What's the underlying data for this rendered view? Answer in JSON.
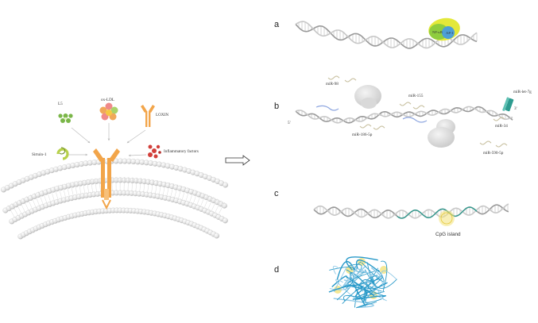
{
  "left": {
    "ligands": {
      "l5": "L5",
      "ox_ldl": "ox-LDL",
      "loxin": "LOXIN",
      "sirtuin": "Sirtuin-1",
      "inflammatory": "Inflammatory factors"
    }
  },
  "panels": {
    "a": "a",
    "b": "b",
    "c": "c",
    "d": "d"
  },
  "panel_a": {
    "nfkb": "NF-κB",
    "ap1": "AP-1"
  },
  "panel_b": {
    "mir98": "miR-98",
    "mir155": "miR-155",
    "mir_let7g": "miR-let-7g",
    "mir186": "miR-186-5p",
    "mir34": "miR-34",
    "mir590": "miR-590-5p",
    "five_prime": "5'",
    "three_prime": "3'"
  },
  "panel_c": {
    "cpg": "CpG island"
  },
  "colors": {
    "receptor": "#f2a54a",
    "l5": "#7ab648",
    "sirtuin": "#b7d14a",
    "inflammatory": "#d23f3a",
    "oxldl_petal": "#f08a8a",
    "oxldl_core": "#f5c842",
    "nfkb": "#8fcd3e",
    "ap1": "#4d9fd6",
    "mir_teal": "#2d9b8f",
    "chromatin": "#2a9ac9",
    "cpg": "#f2e27a"
  }
}
